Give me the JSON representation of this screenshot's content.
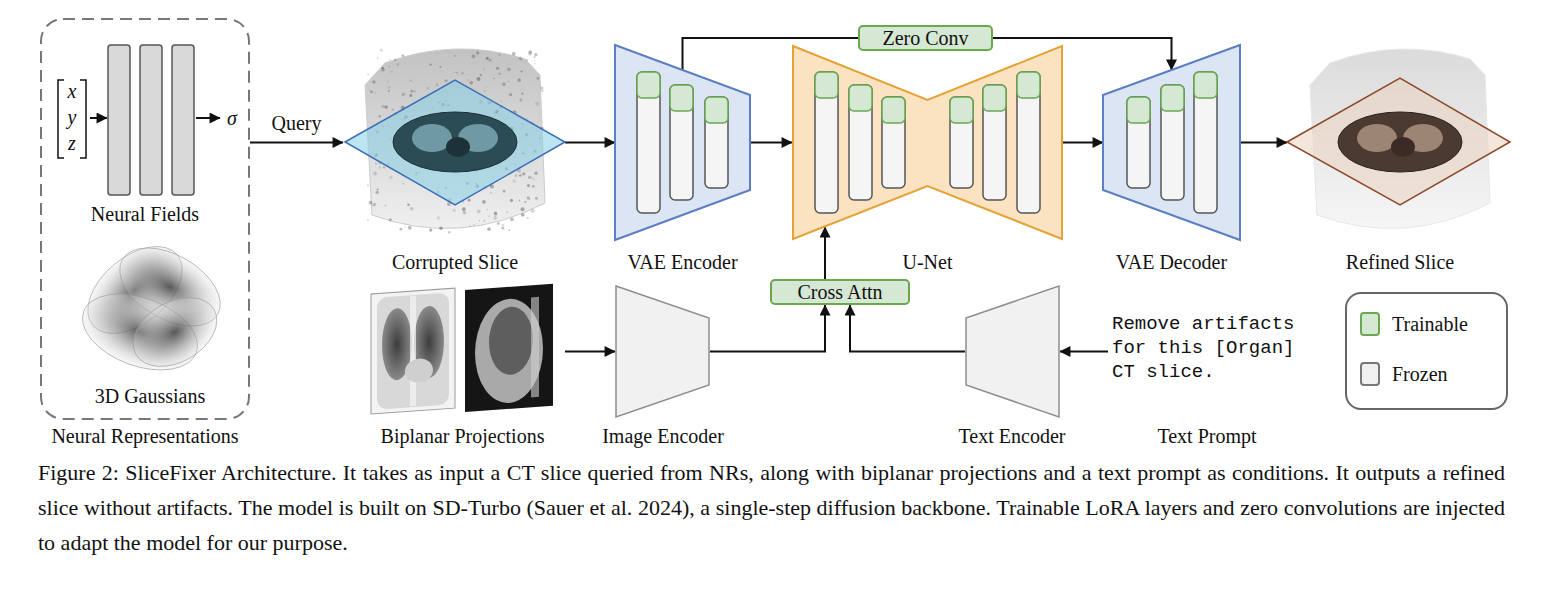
{
  "diagram": {
    "caption": "Figure 2: SliceFixer Architecture. It takes as input a CT slice queried from NRs, along with biplanar projections and a text prompt as conditions. It outputs a refined slice without artifacts. The model is built on SD-Turbo (Sauer et al. 2024), a single-step diffusion backbone. Trainable LoRA layers and zero convolutions are injected to adapt the model for our purpose.",
    "nodes": [
      {
        "text": [
          "Neural Representations"
        ]
      },
      {
        "text": [
          "Neural Fields"
        ],
        "in": 0
      },
      {
        "text": [
          "3D Gaussians"
        ],
        "in": 0
      },
      {
        "text": [
          "Corrupted Slice"
        ]
      },
      {
        "text": [
          "VAE Encoder"
        ]
      },
      {
        "text": [
          "U-Net"
        ]
      },
      {
        "text": [
          "Zero Conv"
        ]
      },
      {
        "text": [
          "VAE Decoder"
        ]
      },
      {
        "text": [
          "Refined Slice"
        ]
      },
      {
        "text": [
          "Biplanar Projections"
        ]
      },
      {
        "text": [
          "Image Encoder"
        ]
      },
      {
        "text": [
          "Cross Attn"
        ]
      },
      {
        "text": [
          "Text Encoder"
        ]
      },
      {
        "text": [
          "Remove artifacts for this [Organ] CT slice.",
          "Text Prompt"
        ]
      }
    ],
    "edges": [
      {
        "from": 0,
        "to": 3,
        "arrow": "to",
        "label": "Query"
      },
      {
        "from": 3,
        "to": 4,
        "arrow": "to"
      },
      {
        "from": 4,
        "to": 5,
        "arrow": "to"
      },
      {
        "from": 4,
        "to": 6,
        "arrow": "none"
      },
      {
        "from": 6,
        "to": 7,
        "arrow": "to"
      },
      {
        "from": 5,
        "to": 7,
        "arrow": "to"
      },
      {
        "from": 7,
        "to": 8,
        "arrow": "to"
      },
      {
        "from": 9,
        "to": 10,
        "arrow": "to"
      },
      {
        "from": 10,
        "to": 11,
        "arrow": "to"
      },
      {
        "from": 12,
        "to": 11,
        "arrow": "to"
      },
      {
        "from": 11,
        "to": 5,
        "arrow": "to"
      },
      {
        "from": 13,
        "to": 12,
        "arrow": "to"
      }
    ],
    "labels": [
      "x",
      "y",
      "z",
      "σ"
    ],
    "legend": [
      {
        "text": "Trainable",
        "color": "#d5e8d4"
      },
      {
        "text": "Frozen",
        "color": "#f0f0f0"
      }
    ]
  }
}
